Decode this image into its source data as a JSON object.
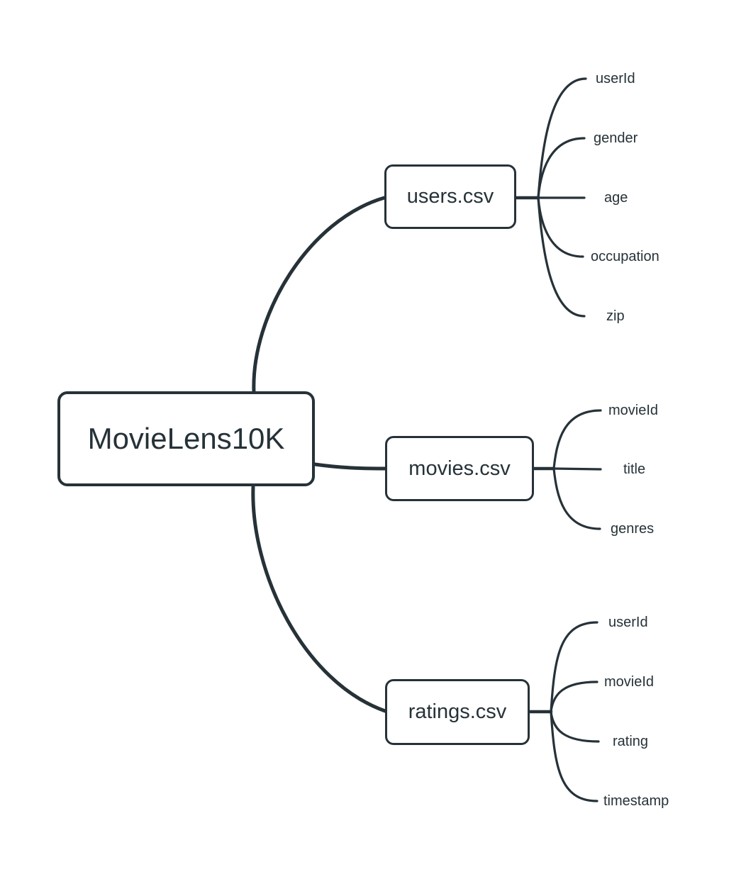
{
  "diagram": {
    "type": "mindmap",
    "root": {
      "label": "MovieLens10K"
    },
    "branches": [
      {
        "label": "users.csv",
        "children": [
          "userId",
          "gender",
          "age",
          "occupation",
          "zip"
        ]
      },
      {
        "label": "movies.csv",
        "children": [
          "movieId",
          "title",
          "genres"
        ]
      },
      {
        "label": "ratings.csv",
        "children": [
          "userId",
          "movieId",
          "rating",
          "timestamp"
        ]
      }
    ],
    "colors": {
      "line": "#263238",
      "text": "#263238",
      "node_fill": "#ffffff",
      "background": "#ffffff"
    }
  }
}
